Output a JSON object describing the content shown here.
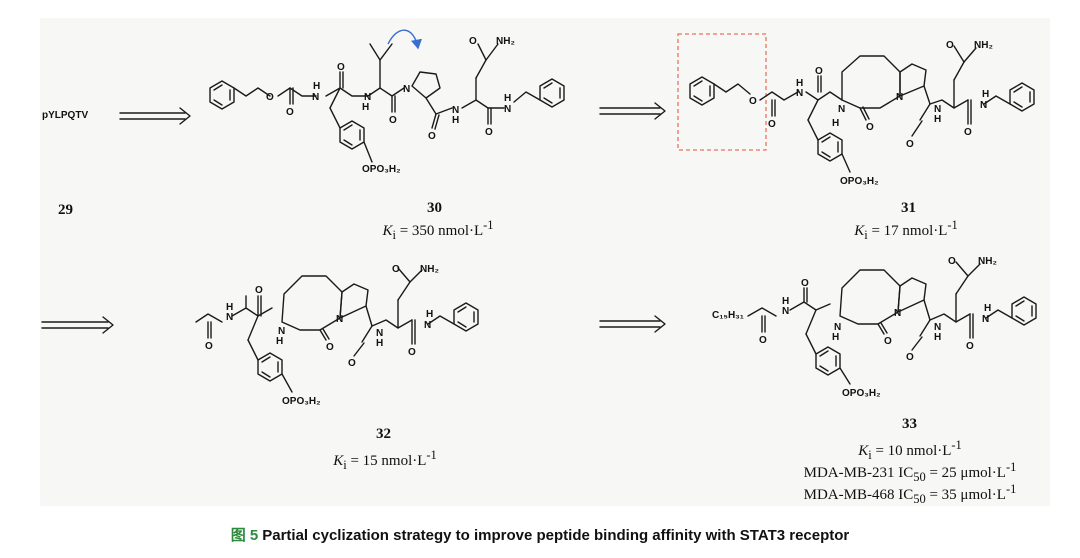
{
  "sequence_label": "pYLPQTV",
  "compounds": [
    {
      "id": "29",
      "ki": ""
    },
    {
      "id": "30",
      "ki_prefix": "K",
      "ki_sub": "i",
      "ki_value": " = 350 nmol·L",
      "ki_sup": "-1"
    },
    {
      "id": "31",
      "ki_prefix": "K",
      "ki_sub": "i",
      "ki_value": " = 17 nmol·L",
      "ki_sup": "-1"
    },
    {
      "id": "32",
      "ki_prefix": "K",
      "ki_sub": "i",
      "ki_value": " = 15 nmol·L",
      "ki_sup": "-1"
    },
    {
      "id": "33",
      "ki_prefix": "K",
      "ki_sub": "i",
      "ki_value": " = 10 nmol·L",
      "ki_sup": "-1",
      "ic50": [
        {
          "cell": "MDA-MB-231 IC",
          "sub": "50",
          "value": " = 25 μmol·L",
          "sup": "-1"
        },
        {
          "cell": "MDA-MB-468 IC",
          "sub": "50",
          "value": " = 35 μmol·L",
          "sup": "-1"
        }
      ]
    }
  ],
  "atom_labels": {
    "nh2": "NH₂",
    "opo3h2": "OPO₃H₂",
    "c15h31": "C₁₅H₃₁",
    "n": "N",
    "h": "H",
    "o": "O"
  },
  "caption": {
    "fig_label": "图 5",
    "text": "Partial cyclization strategy to improve peptide binding affinity with STAT3 receptor"
  },
  "colors": {
    "caption_fig": "#2e8b3d",
    "highlight_box": "#e8735a",
    "curved_arrow": "#3a6fcf",
    "panel": "#f7f7f5"
  }
}
